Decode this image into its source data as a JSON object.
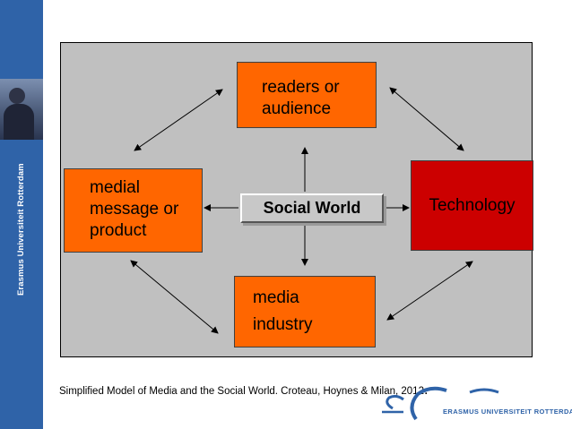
{
  "sidebar": {
    "vertical_text": "Erasmus Universiteit Rotterdam",
    "accent": "#2f63a8"
  },
  "diagram": {
    "readers_label_lines": [
      "readers or",
      "audience"
    ],
    "medial_label_lines": [
      "medial",
      "message or",
      "product"
    ],
    "industry_label_lines": [
      "media",
      "industry"
    ],
    "technology_label": "Technology",
    "social_world_label": "Social World",
    "colors": {
      "orange_box": "#ff6600",
      "technology_box": "#cc0000",
      "panel": "#c0c0c0"
    }
  },
  "caption": {
    "text": "Simplified Model of Media and the Social World. Croteau, Hoynes & Milan, 2012",
    "end_mark": "."
  },
  "logo": {
    "text": "ERASMUS UNIVERSITEIT ROTTERDAM",
    "icon": "erasmus-logo-icon"
  }
}
